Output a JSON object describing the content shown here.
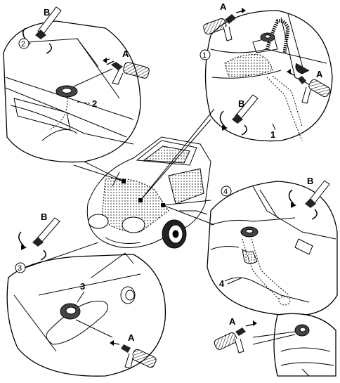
{
  "tool_labels": {
    "a": "A",
    "b": "B"
  },
  "callouts": {
    "c1": "1",
    "c2": "2",
    "c3": "3",
    "c4": "4"
  },
  "panel_numbers": {
    "p1": "1",
    "p2": "2",
    "p3": "3",
    "p4": "4"
  }
}
